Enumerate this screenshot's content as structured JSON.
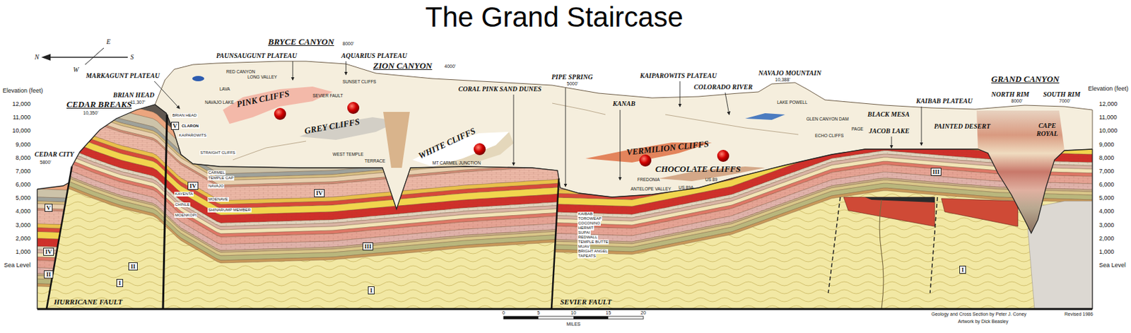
{
  "diagram": {
    "title": "The Grand Staircase",
    "nodes": [
      {
        "text": [
          "V"
        ]
      },
      {
        "text": [
          "IV"
        ]
      },
      {
        "text": [
          "II"
        ]
      },
      {
        "text": [
          "V"
        ]
      },
      {
        "text": [
          "IV"
        ]
      },
      {
        "text": [
          "II"
        ]
      },
      {
        "text": [
          "I"
        ]
      },
      {
        "text": [
          "IV"
        ]
      },
      {
        "text": [
          "III"
        ]
      },
      {
        "text": [
          "I"
        ]
      },
      {
        "text": [
          "III"
        ]
      },
      {
        "text": [
          "I"
        ]
      }
    ],
    "labels": [
      "Elevation (feet)",
      "12,000",
      "11,000",
      "10,000",
      "9,000",
      "8,000",
      "7,000",
      "6,000",
      "5,000",
      "4,000",
      "3,000",
      "2,000",
      "1,000",
      "Sea Level",
      "Elevation (feet)",
      "12,000",
      "11,000",
      "10,000",
      "9,000",
      "8,000",
      "7,000",
      "6,000",
      "5,000",
      "4,000",
      "3,000",
      "2,000",
      "1,000",
      "Sea Level",
      "N",
      "E",
      "S",
      "W",
      "CEDAR BREAKS",
      "10,350'",
      "BRIAN HEAD",
      "11,307'",
      "MARKAGUNT PLATEAU",
      "BRYCE CANYON",
      "8000'",
      "PAUNSAUGUNT PLATEAU",
      "AQUARIUS PLATEAU",
      "ZION CANYON",
      "4000'",
      "CORAL PINK SAND DUNES",
      "PIPE SPRING",
      "5000'",
      "KANAB",
      "KAIPAROWITS PLATEAU",
      "COLORADO RIVER",
      "NAVAJO MOUNTAIN",
      "10,388'",
      "BLACK MESA",
      "KAIBAB PLATEAU",
      "JACOB LAKE",
      "GRAND CANYON",
      "NORTH RIM",
      "8000'",
      "SOUTH RIM",
      "7000'",
      "PAINTED DESERT",
      "CAPE ROYAL",
      "CEDAR CITY",
      "5800'",
      "PINK CLIFFS",
      "GREY CLIFFS",
      "WHITE CLIFFS",
      "VERMILION CLIFFS",
      "CHOCOLATE CLIFFS",
      "HURRICANE FAULT",
      "SEVIER FAULT",
      "Geology and Cross Section by Peter J. Coney",
      "Revised 1986",
      "Artwork by Dick Beasley",
      "0",
      "5",
      "10",
      "15",
      "20",
      "MILES",
      "RED CANYON",
      "SUNSET CLIFFS",
      "SEVIER FAULT",
      "LAVA",
      "NAVAJO LAKE",
      "LONG VALLEY",
      "WEST TEMPLE",
      "TERRACE",
      "MT CARMEL JUNCTION",
      "FREDONIA",
      "ANTELOPE VALLEY",
      "US 89",
      "US 89A",
      "LAKE POWELL",
      "GLEN CANYON DAM",
      "PAGE",
      "ECHO CLIFFS",
      "BRIAN HEAD",
      "CLARON",
      "KAIPAROWITS",
      "STRAIGHT CLIFFS",
      "CARMEL",
      "TEMPLE CAP",
      "NAVAJO",
      "KAYENTA",
      "MOENAVE",
      "CHINLE",
      "SHINARUMP MEMBER",
      "MOENKOPI",
      "KAIBAB",
      "TOROWEAP",
      "COCONINO",
      "HERMIT",
      "SUPAI",
      "REDWALL",
      "TEMPLE BUTTE",
      "MUAV",
      "BRIGHT ANGEL",
      "TAPEATS"
    ]
  }
}
